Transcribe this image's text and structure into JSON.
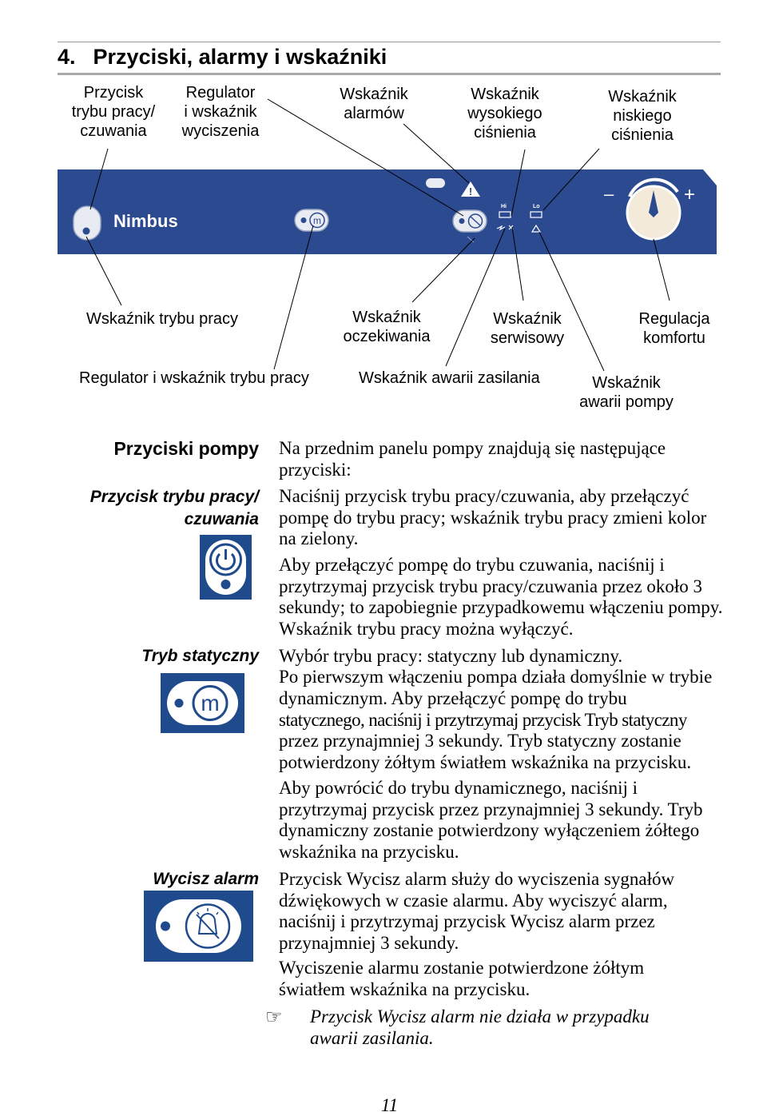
{
  "section": {
    "number": "4.",
    "title": "Przyciski, alarmy i wskaźniki"
  },
  "diagram": {
    "brand": "Nimbus",
    "hi_label": "Hi",
    "lo_label": "Lo",
    "minus": "–",
    "plus": "+",
    "panel_color": "#2b4a8f",
    "top_labels": [
      [
        "Przycisk",
        "trybu pracy/",
        "czuwania"
      ],
      [
        "Regulator",
        "i wskaźnik",
        "wyciszenia"
      ],
      [
        "Wskaźnik",
        "alarmów"
      ],
      [
        "Wskaźnik",
        "wysokiego",
        "ciśnienia"
      ],
      [
        "Wskaźnik",
        "niskiego",
        "ciśnienia"
      ]
    ],
    "bottom_labels": {
      "tryb_pracy": "Wskaźnik trybu pracy",
      "oczekiwania": [
        "Wskaźnik",
        "oczekiwania"
      ],
      "serwisowy": [
        "Wskaźnik",
        "serwisowy"
      ],
      "komfortu": [
        "Regulacja",
        "komfortu"
      ],
      "regulator_trybu": "Regulator i wskaźnik trybu pracy",
      "awaria_zasilania": "Wskaźnik awarii zasilania",
      "awaria_pompy": [
        "Wskaźnik",
        "awarii pompy"
      ]
    }
  },
  "content": {
    "pump_buttons_heading": "Przyciski pompy",
    "intro": "Na przednim panelu pompy znajdują się następujące przyciski:",
    "mode_button_heading": [
      "Przycisk trybu pracy/",
      "czuwania"
    ],
    "mode_p1": "Naciśnij przycisk trybu pracy/czuwania, aby przełączyć pompę do trybu pracy; wskaźnik trybu pracy zmieni kolor na zielony.",
    "mode_p2": "Aby przełączyć pompę do trybu czuwania, naciśnij i przytrzymaj przycisk trybu pracy/czuwania przez około 3 sekundy; to zapobiegnie przypadkowemu włączeniu pompy. Wskaźnik trybu pracy można wyłączyć.",
    "static_heading": "Tryb statyczny",
    "static_p1a": "Wybór trybu pracy: statyczny lub dynamiczny.",
    "static_p1b": "Po pierwszym włączeniu pompa działa domyślnie w trybie dynamicznym. Aby przełączyć pompę do trybu",
    "static_p1c": "statycznego, naciśnij i przytrzymaj przycisk Tryb statyczny",
    "static_p1d": "przez przynajmniej 3 sekundy. Tryb statyczny zostanie potwierdzony żółtym światłem wskaźnika na przycisku.",
    "static_p2": "Aby powrócić do trybu dynamicznego, naciśnij i przytrzymaj przycisk przez przynajmniej 3 sekundy. Tryb dynamiczny zostanie potwierdzony wyłączeniem żółtego wskaźnika na przycisku.",
    "silence_heading": "Wycisz alarm",
    "silence_p1": "Przycisk Wycisz alarm służy do wyciszenia sygnałów dźwiękowych w czasie alarmu. Aby wyciszyć alarm, naciśnij i przytrzymaj przycisk Wycisz alarm przez przynajmniej 3 sekundy.",
    "silence_p2": "Wyciszenie alarmu zostanie potwierdzone żółtym światłem wskaźnika na przycisku.",
    "note": "Przycisk Wycisz alarm nie działa w przypadku awarii zasilania.",
    "note_icon": "pointing-hand-icon"
  },
  "page_number": "11"
}
